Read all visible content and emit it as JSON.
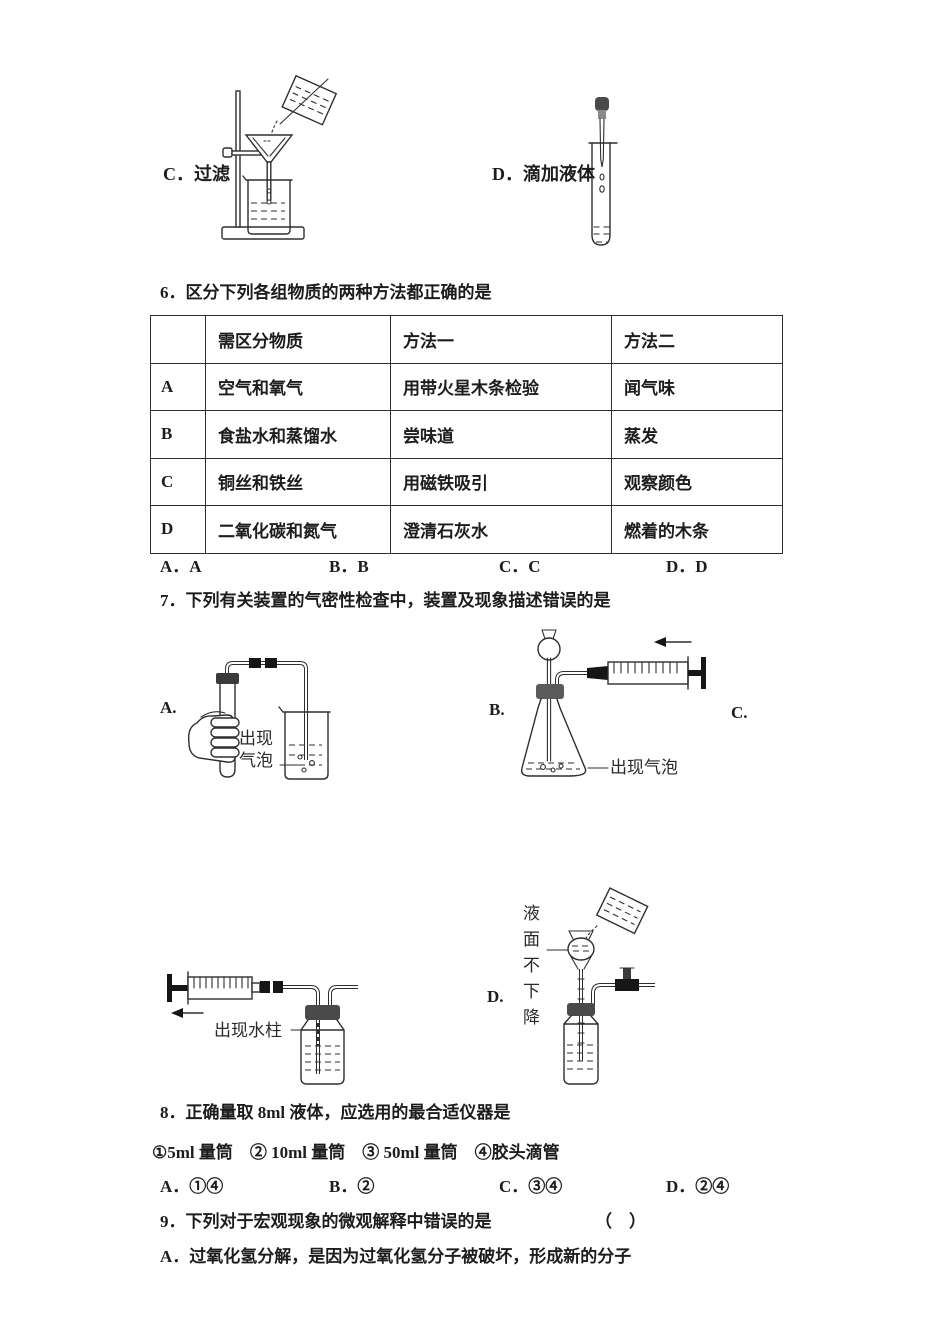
{
  "page": {
    "background": "#ffffff",
    "ink": "#1d1d1d"
  },
  "apparatus_options": {
    "c_label": "C．过滤",
    "d_label": "D．滴加液体"
  },
  "q6": {
    "stem": "6．区分下列各组物质的两种方法都正确的是",
    "table": {
      "col_blank": "",
      "col_substance": "需区分物质",
      "col_method1": "方法一",
      "col_method2": "方法二",
      "rows": [
        {
          "key": "A",
          "substance": "空气和氧气",
          "method1": "用带火星木条检验",
          "method2": "闻气味"
        },
        {
          "key": "B",
          "substance": "食盐水和蒸馏水",
          "method1": "尝味道",
          "method2": "蒸发"
        },
        {
          "key": "C",
          "substance": "铜丝和铁丝",
          "method1": "用磁铁吸引",
          "method2": "观察颜色"
        },
        {
          "key": "D",
          "substance": "二氧化碳和氮气",
          "method1": "澄清石灰水",
          "method2": "燃着的木条"
        }
      ]
    },
    "options": [
      "A．A",
      "B．B",
      "C．C",
      "D．D"
    ]
  },
  "q7": {
    "stem": "7．下列有关装置的气密性检查中，装置及现象描述错误的是",
    "labels": {
      "a": "A.",
      "b": "B.",
      "c": "C.",
      "d": "D."
    },
    "annotations": {
      "bubbles_line1": "出现",
      "bubbles_line2": "气泡",
      "bubbles": "出现气泡",
      "water_column": "出现水柱",
      "liquid_level": "液面不下降"
    }
  },
  "q8": {
    "stem": "8．正确量取 8ml 液体，应选用的最合适仪器是",
    "instruments": "①5ml 量筒　② 10ml 量筒　③ 50ml 量筒　④胶头滴管",
    "options": [
      "A．①④",
      "B．②",
      "C．③④",
      "D．②④"
    ]
  },
  "q9": {
    "stem": "9．下列对于宏观现象的微观解释中错误的是",
    "bracket": "（　）",
    "option_a": "A．过氧化氢分解，是因为过氧化氢分子被破坏，形成新的分子"
  }
}
